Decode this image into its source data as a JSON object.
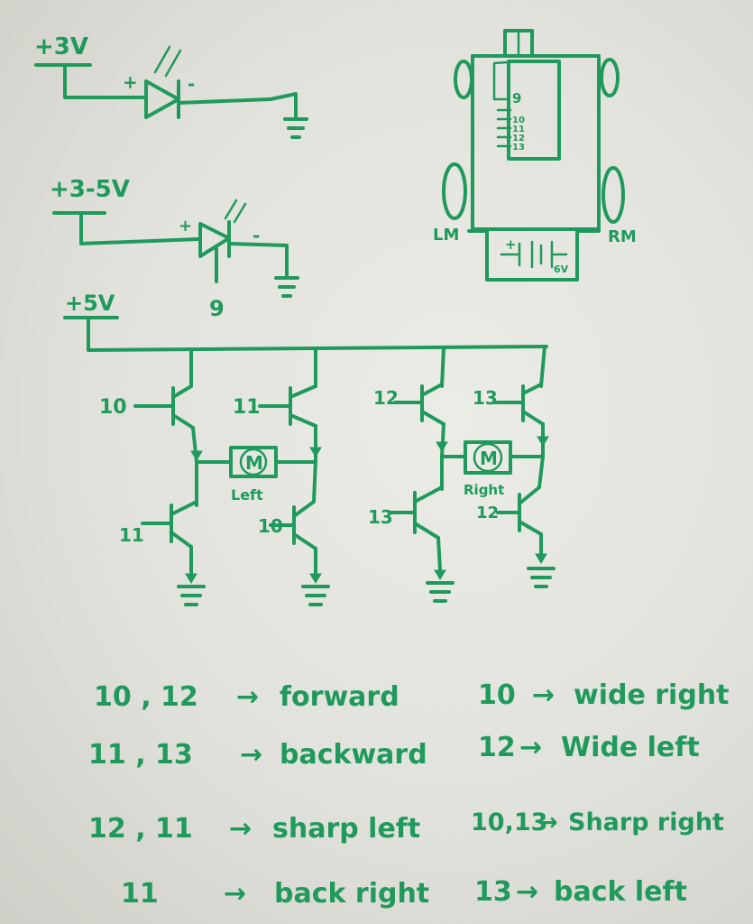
{
  "led1": {
    "supply": "+3V",
    "plus": "+",
    "minus": "-"
  },
  "led2": {
    "supply": "+3-5V",
    "plus": "+",
    "minus": "-",
    "pin": "9"
  },
  "hbridge": {
    "supply": "+5V",
    "q_left_top_high": "10",
    "q_left_top_low": "11",
    "q_left_bot_low": "11",
    "q_left_bot_high": "10",
    "motor_left_symbol": "M",
    "motor_left_label": "Left",
    "q_right_top_high": "12",
    "q_right_top_low": "13",
    "q_right_bot_low": "13",
    "q_right_bot_high": "12",
    "motor_right_symbol": "M",
    "motor_right_label": "Right"
  },
  "robot": {
    "pins": [
      "9",
      "10",
      "11",
      "12",
      "13"
    ],
    "left_motor": "LM",
    "right_motor": "RM",
    "battery_plus": "+",
    "battery_voltage": "6V"
  },
  "legend": [
    {
      "pins": "10 , 12",
      "arrow": "→",
      "action": "forward"
    },
    {
      "pins": "10",
      "arrow": "→",
      "action": "wide right"
    },
    {
      "pins": "11 , 13",
      "arrow": "→",
      "action": "backward"
    },
    {
      "pins": "12",
      "arrow": "→",
      "action": "Wide left"
    },
    {
      "pins": "12 , 11",
      "arrow": "→",
      "action": "sharp left"
    },
    {
      "pins": "10,13",
      "arrow": "→",
      "action": "Sharp right"
    },
    {
      "pins": "11",
      "arrow": "→",
      "action": "back right"
    },
    {
      "pins": "13",
      "arrow": "→",
      "action": "back left"
    }
  ],
  "colors": {
    "ink": "#1f9a5c",
    "board": "#e6e6e0"
  }
}
